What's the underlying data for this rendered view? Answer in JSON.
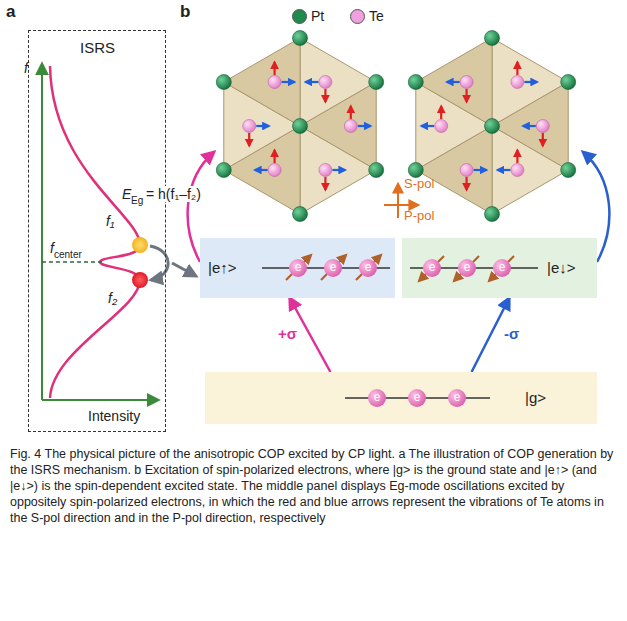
{
  "diagram": {
    "caption": "Fig. 4 The physical picture of the anisotropic COP excited by CP light. a The illustration of COP generation by the ISRS mechanism. b Excitation of spin-polarized electrons, where |g> is the ground state and |e↑> (and |e↓>) is the spin-dependent excited state. The middle panel displays Eg-mode oscillations excited by oppositely spin-polarized electrons, in which the red and blue arrows represent the vibrations of Te atoms in the S-pol direction and in the P-pol direction, respectively",
    "nodes": [
      {
        "text": [
          "ISRS"
        ]
      },
      {
        "text": [
          "|e↑>",
          "e",
          "e",
          "e"
        ]
      },
      {
        "text": [
          "|e↓>",
          "e",
          "e",
          "e"
        ]
      },
      {
        "text": [
          "|g>",
          "e",
          "e",
          "e"
        ]
      }
    ],
    "edges": [
      {
        "from": 3,
        "to": 1,
        "arrow": "to",
        "label": "+σ"
      },
      {
        "from": 3,
        "to": 2,
        "arrow": "to",
        "label": "-σ"
      }
    ],
    "labels": [
      "a",
      "b",
      "f",
      "Intensity",
      "f",
      "center",
      "f₁",
      "f₂",
      "E",
      "Eg",
      "= h(f₁–f₂)",
      "S-pol",
      "P-pol"
    ],
    "legend": [
      {
        "text": "Pt",
        "color": "#1e8a4c"
      },
      {
        "text": "Te",
        "color": "#f0a0dc"
      }
    ]
  }
}
